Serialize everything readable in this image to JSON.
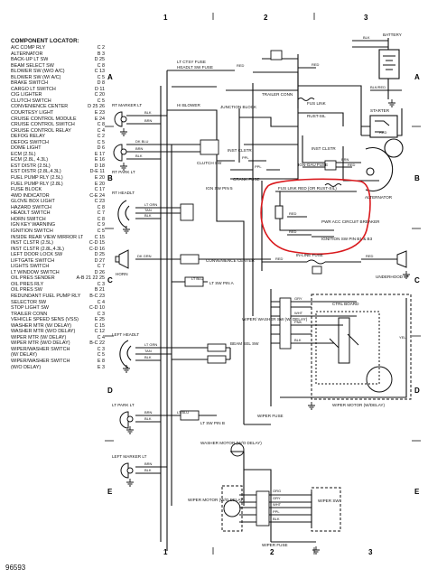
{
  "diagram_id": "96593",
  "locator": {
    "title": "COMPONENT LOCATOR:",
    "rows": [
      [
        "A/C COMP RLY",
        "C 2"
      ],
      [
        "ALTERNATOR",
        "B 3"
      ],
      [
        "BACK-UP LT SW",
        "D 25"
      ],
      [
        "BEAM SELECT SW",
        "C 8"
      ],
      [
        "BLOWER SW (W/O A/C)",
        "C 13"
      ],
      [
        "BLOWER SW (W/ A/C)",
        "C 5"
      ],
      [
        "BRAKE SWITCH",
        "D 8"
      ],
      [
        "CARGO LT SWITCH",
        "D 11"
      ],
      [
        "CIG LIGHTER",
        "C 20"
      ],
      [
        "CLUTCH SWITCH",
        "C 5"
      ],
      [
        "CONVENIENCE CENTER",
        "D 25 26"
      ],
      [
        "COURTESY LIGHT",
        "E 23"
      ],
      [
        "CRUISE CONTROL MODULE",
        "E 24"
      ],
      [
        "CRUISE CONTROL SWITCH",
        "C 8"
      ],
      [
        "CRUISE CONTROL RELAY",
        "C 4"
      ],
      [
        "DEFOG RELAY",
        "C 2"
      ],
      [
        "DEFOG SWITCH",
        "C 5"
      ],
      [
        "DOME LIGHT",
        "D 6"
      ],
      [
        "ECM (2.5L)",
        "E 17"
      ],
      [
        "ECM (2.8L, 4.3L)",
        "E 16"
      ],
      [
        "EST DISTR (2.5L)",
        "D 18"
      ],
      [
        "EST DISTR (2.8L,4.3L)",
        "D-E 11"
      ],
      [
        "FUEL PUMP RLY (2.5L)",
        "E 20"
      ],
      [
        "FUEL PUMP RLY (2.8L)",
        "E 20"
      ],
      [
        "FUSE BLOCK",
        "C 17"
      ],
      [
        "4WD INDICATOR",
        "C-E 24"
      ],
      [
        "GLOVE BOX LIGHT",
        "C 23"
      ],
      [
        "HAZARD SWITCH",
        "C 8"
      ],
      [
        "HEADLT SWITCH",
        "C 7"
      ],
      [
        "HORN SWITCH",
        "C 8"
      ],
      [
        "IGN KEY WARNING",
        "C 9"
      ],
      [
        "IGNITION SWITCH",
        "C 5"
      ],
      [
        "INSIDE REAR VIEW MIRROR LT",
        "C 15"
      ],
      [
        "INST CLSTR (2.5L)",
        "C-D 15"
      ],
      [
        "INST CLSTR (2.8L,4.3L)",
        "C-D 16"
      ],
      [
        "LEFT DOOR LOCK SW",
        "D 25"
      ],
      [
        "LIFTGATE SWITCH",
        "D 27"
      ],
      [
        "LIGHTS SWITCH",
        "C 7"
      ],
      [
        "LT WINDOW SWITCH",
        "D 26"
      ],
      [
        "OIL PRES SENDER",
        "A-B 21 22 25"
      ],
      [
        "OIL PRES RLY",
        "C 3"
      ],
      [
        "OIL PRES SW",
        "B 21"
      ],
      [
        "REDUNDANT FUEL PUMP RLY",
        "B-C 23"
      ],
      [
        "SELECTOR SW",
        "C 4"
      ],
      [
        "STOP LIGHT SW",
        "C-D 10"
      ],
      [
        "TRAILER CONN",
        "C 3"
      ],
      [
        "VEHICLE SPEED SENS (VSS)",
        "E 25"
      ],
      [
        "WASHER MTR (W/ DELAY)",
        "C 15"
      ],
      [
        "WASHER MTR (W/O DELAY)",
        "C 12"
      ],
      [
        "WIPER MTR (W/ DELAY)",
        "C 4"
      ],
      [
        "WIPER MTR (W/O DELAY)",
        "B-C 22"
      ],
      [
        "WIPER/WASHER SWITCH",
        "C 3"
      ],
      [
        "(W/ DELAY)",
        "C 5"
      ],
      [
        "WIPER/WASHER SWITCH",
        "E 8"
      ],
      [
        "(W/O DELAY)",
        "E 3"
      ]
    ]
  },
  "grid": {
    "columns": [
      "1",
      "2",
      "3"
    ],
    "rows": [
      "A",
      "B",
      "C",
      "D",
      "E"
    ]
  },
  "labels": {
    "rt_marker": "RT MARKER LT",
    "rt_headlt": "RT HEADLT",
    "rt_park": "RT PARK LT",
    "horn": "HORN",
    "left_headlt": "LEFT HEADLT",
    "lt_park": "LT PARK LT",
    "left_marker": "LEFT MARKER LT",
    "hi_blower": "HI BLOWER",
    "lt_clstr": "LT CTSY FUSE",
    "headlt_sw": "HEADLT SW FUSE",
    "junction_block": "JUNCTION BLOCK",
    "trailer_conn": "TRAILER CONN",
    "inst_clstr": "INST CLSTR",
    "clutch_sw": "CLUTCH SW",
    "ign_sw": "IGN SW PIN 5",
    "crank_fuse": "CRANK FUSE",
    "battery": "BATTERY",
    "starter": "STARTER",
    "fus_link": "FUS LINK",
    "alternator": "ALTERNATOR",
    "ign_gau_fuse": "IGN-GAU FUSE",
    "inst_clstr2": "INST CLSTR",
    "rust_sil": "RUST-SIL",
    "fus_link_red": "FUS LINK RED (OR RUST-SIL)",
    "pwr_acc": "PWR ACC CIRCUIT BREAKER",
    "ign_sw_pins": "IGNITION SW PIN B1 & B3",
    "in_line_fuse": "IN-LINE FUSE",
    "underhood": "UNDERHOOD LT",
    "convenience_center": "CONVENIENCE CENTER",
    "lt_sw": "LT SW PIN A",
    "wiper_washer_sw": "WIPER/ WASHER SW (W/ DELAY)",
    "ctrl_board": "CTRL BOARD",
    "wiper_fuse": "WIPER FUSE",
    "wiper_motor_delay": "WIPER MOTOR (W/DELAY)",
    "beam_sel_sw": "BEAM SEL SW",
    "lt_sw_pin_b": "LT SW PIN B",
    "washer_motor": "WASHER MOTOR (W/O DELAY)",
    "wiper_motor_nodelay": "WIPER MOTOR (W/O DELAY)",
    "wiper_sw": "WIPER SW",
    "wiper_fuse2": "WIPER FUSE"
  },
  "wire_colors": {
    "red": "RED",
    "blk": "BLK",
    "brn": "BRN",
    "dk_blu": "DK BLU",
    "lt_blu": "LT BLU",
    "lt_grn": "LT GRN",
    "tan": "TAN",
    "ppl": "PPL",
    "wht": "WHT",
    "gry": "GRY",
    "pnk": "PNK",
    "org": "ORG",
    "yel": "YEL",
    "dk_grn": "DK GRN",
    "blk_red": "BLK/RED"
  },
  "colors": {
    "highlight": "#d9191d",
    "ink": "#111111"
  }
}
